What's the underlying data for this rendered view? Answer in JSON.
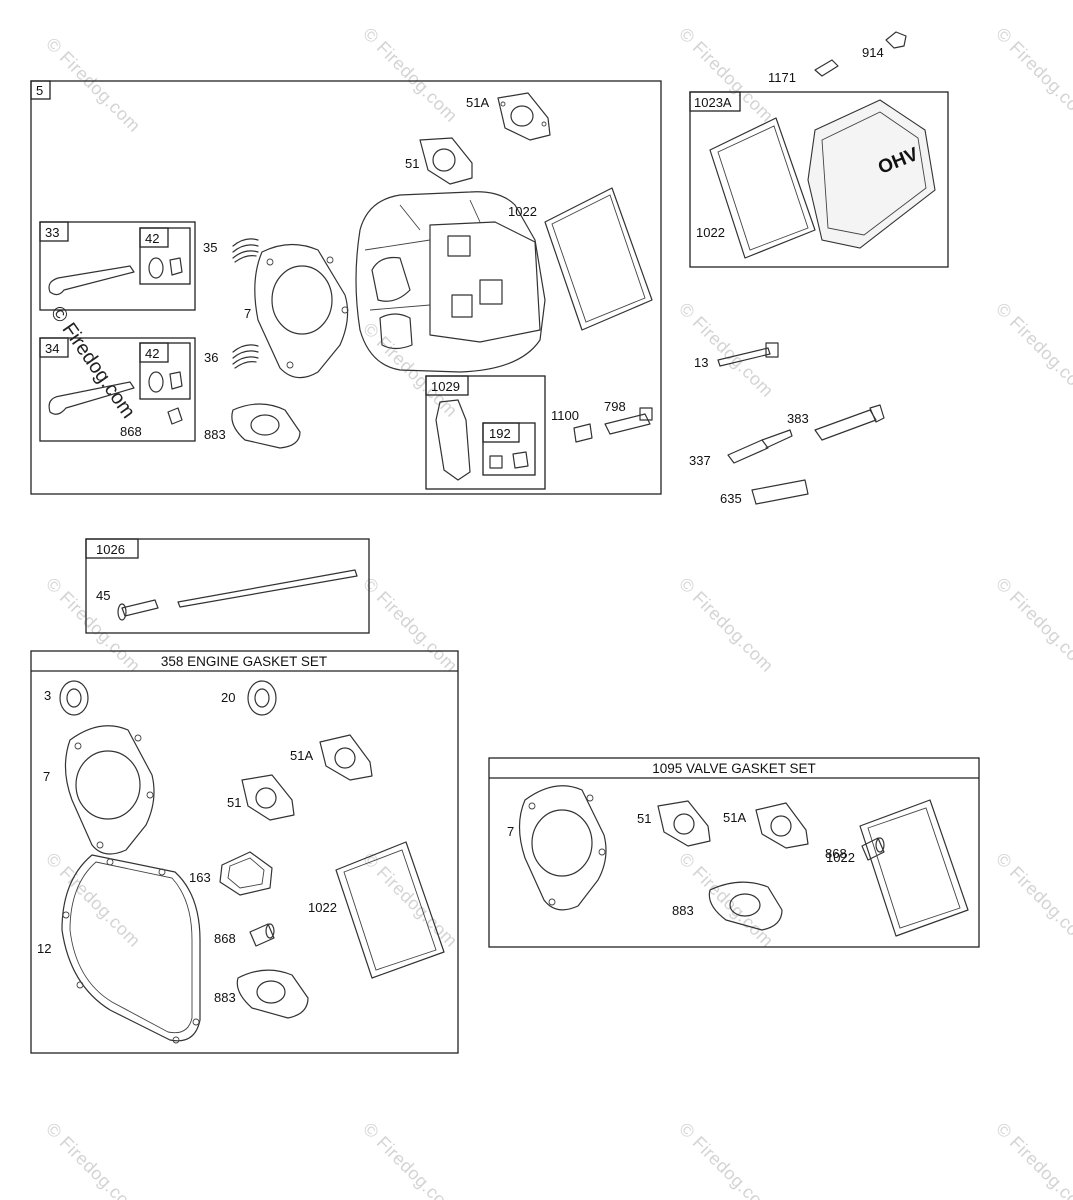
{
  "watermark": "© Firedog.com",
  "groups": {
    "g5": "5",
    "g33": "33",
    "g42a": "42",
    "g34": "34",
    "g42b": "42",
    "g1029": "1029",
    "g192": "192",
    "g1023A": "1023A",
    "g1026": "1026",
    "g358": "358 ENGINE GASKET SET",
    "g1095": "1095 VALVE GASKET SET"
  },
  "cover_text": "OHV",
  "labels": {
    "p914": "914",
    "p1171": "1171",
    "p51A_top": "51A",
    "p51_top": "51",
    "p1022_top": "1022",
    "p35": "35",
    "p7_top": "7",
    "p36": "36",
    "p868_top": "868",
    "p883_top": "883",
    "p1100": "1100",
    "p798": "798",
    "p1022_cover": "1022",
    "p13": "13",
    "p383": "383",
    "p337": "337",
    "p635": "635",
    "p45": "45",
    "p3": "3",
    "p20": "20",
    "p51A_eng": "51A",
    "p7_eng": "7",
    "p51_eng": "51",
    "p163": "163",
    "p1022_eng": "1022",
    "p12": "12",
    "p868_eng": "868",
    "p883_eng": "883",
    "p7_valve": "7",
    "p51_valve": "51",
    "p51A_valve": "51A",
    "p868_valve": "868",
    "p1022_valve": "1022",
    "p883_valve": "883"
  }
}
